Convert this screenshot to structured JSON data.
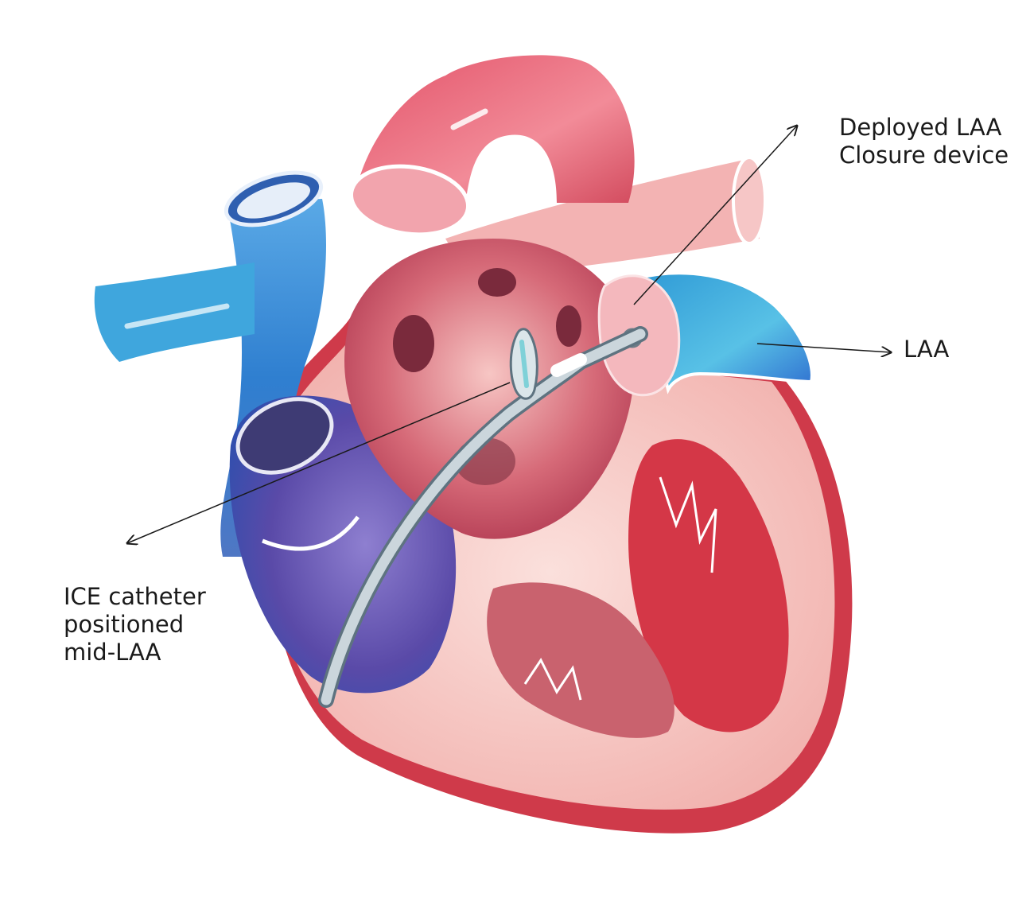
{
  "labels": {
    "device": [
      "Deployed LAA",
      "Closure device"
    ],
    "laa": "LAA",
    "ice": [
      "ICE catheter",
      "positioned",
      "mid-LAA"
    ]
  },
  "colors": {
    "artery_red": "#d94d5e",
    "vein_blue": "#3f8fd6",
    "laa_blue": "#4aa9d8",
    "chamber_pink": "#f2b8b5",
    "muscle_red": "#c93a47",
    "catheter_gray": "#b7c5cc",
    "leader_line": "#1a1a1a"
  }
}
